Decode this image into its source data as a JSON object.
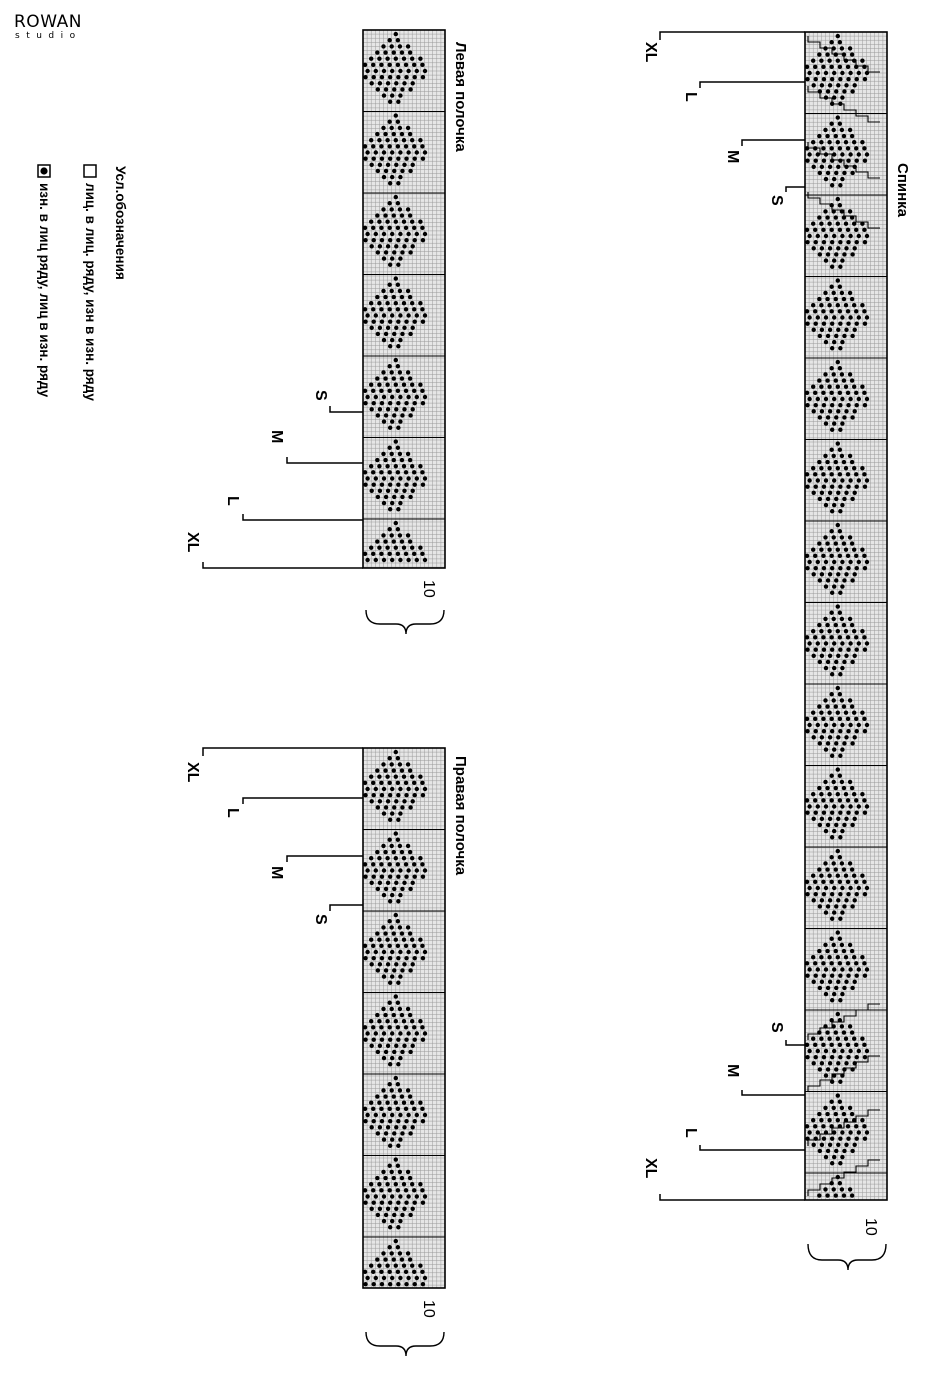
{
  "brand": {
    "name": "ROWAN",
    "sub": "studio"
  },
  "legend": {
    "title": "Усл.обозначения",
    "items": [
      {
        "symbol": "empty-square",
        "text": "лиц. в лиц. ряду, изн в изн. ряду"
      },
      {
        "symbol": "dot-square",
        "text": "изн. в лиц ряду, лиц в изн. ряду"
      }
    ]
  },
  "charts": [
    {
      "id": "back",
      "title": "Спинка",
      "repeat_label": "10",
      "sizes": [
        "XL",
        "L",
        "M",
        "S"
      ]
    },
    {
      "id": "left-front",
      "title": "Левая полочка",
      "repeat_label": "10",
      "sizes": [
        "S",
        "M",
        "L",
        "XL"
      ]
    },
    {
      "id": "right-front",
      "title": "Правая полочка",
      "repeat_label": "10",
      "sizes": [
        "XL",
        "L",
        "M",
        "S"
      ]
    }
  ],
  "colors": {
    "ink": "#000000",
    "grid": "#9a9a9a",
    "cell_bg": "#e4e4e4"
  }
}
